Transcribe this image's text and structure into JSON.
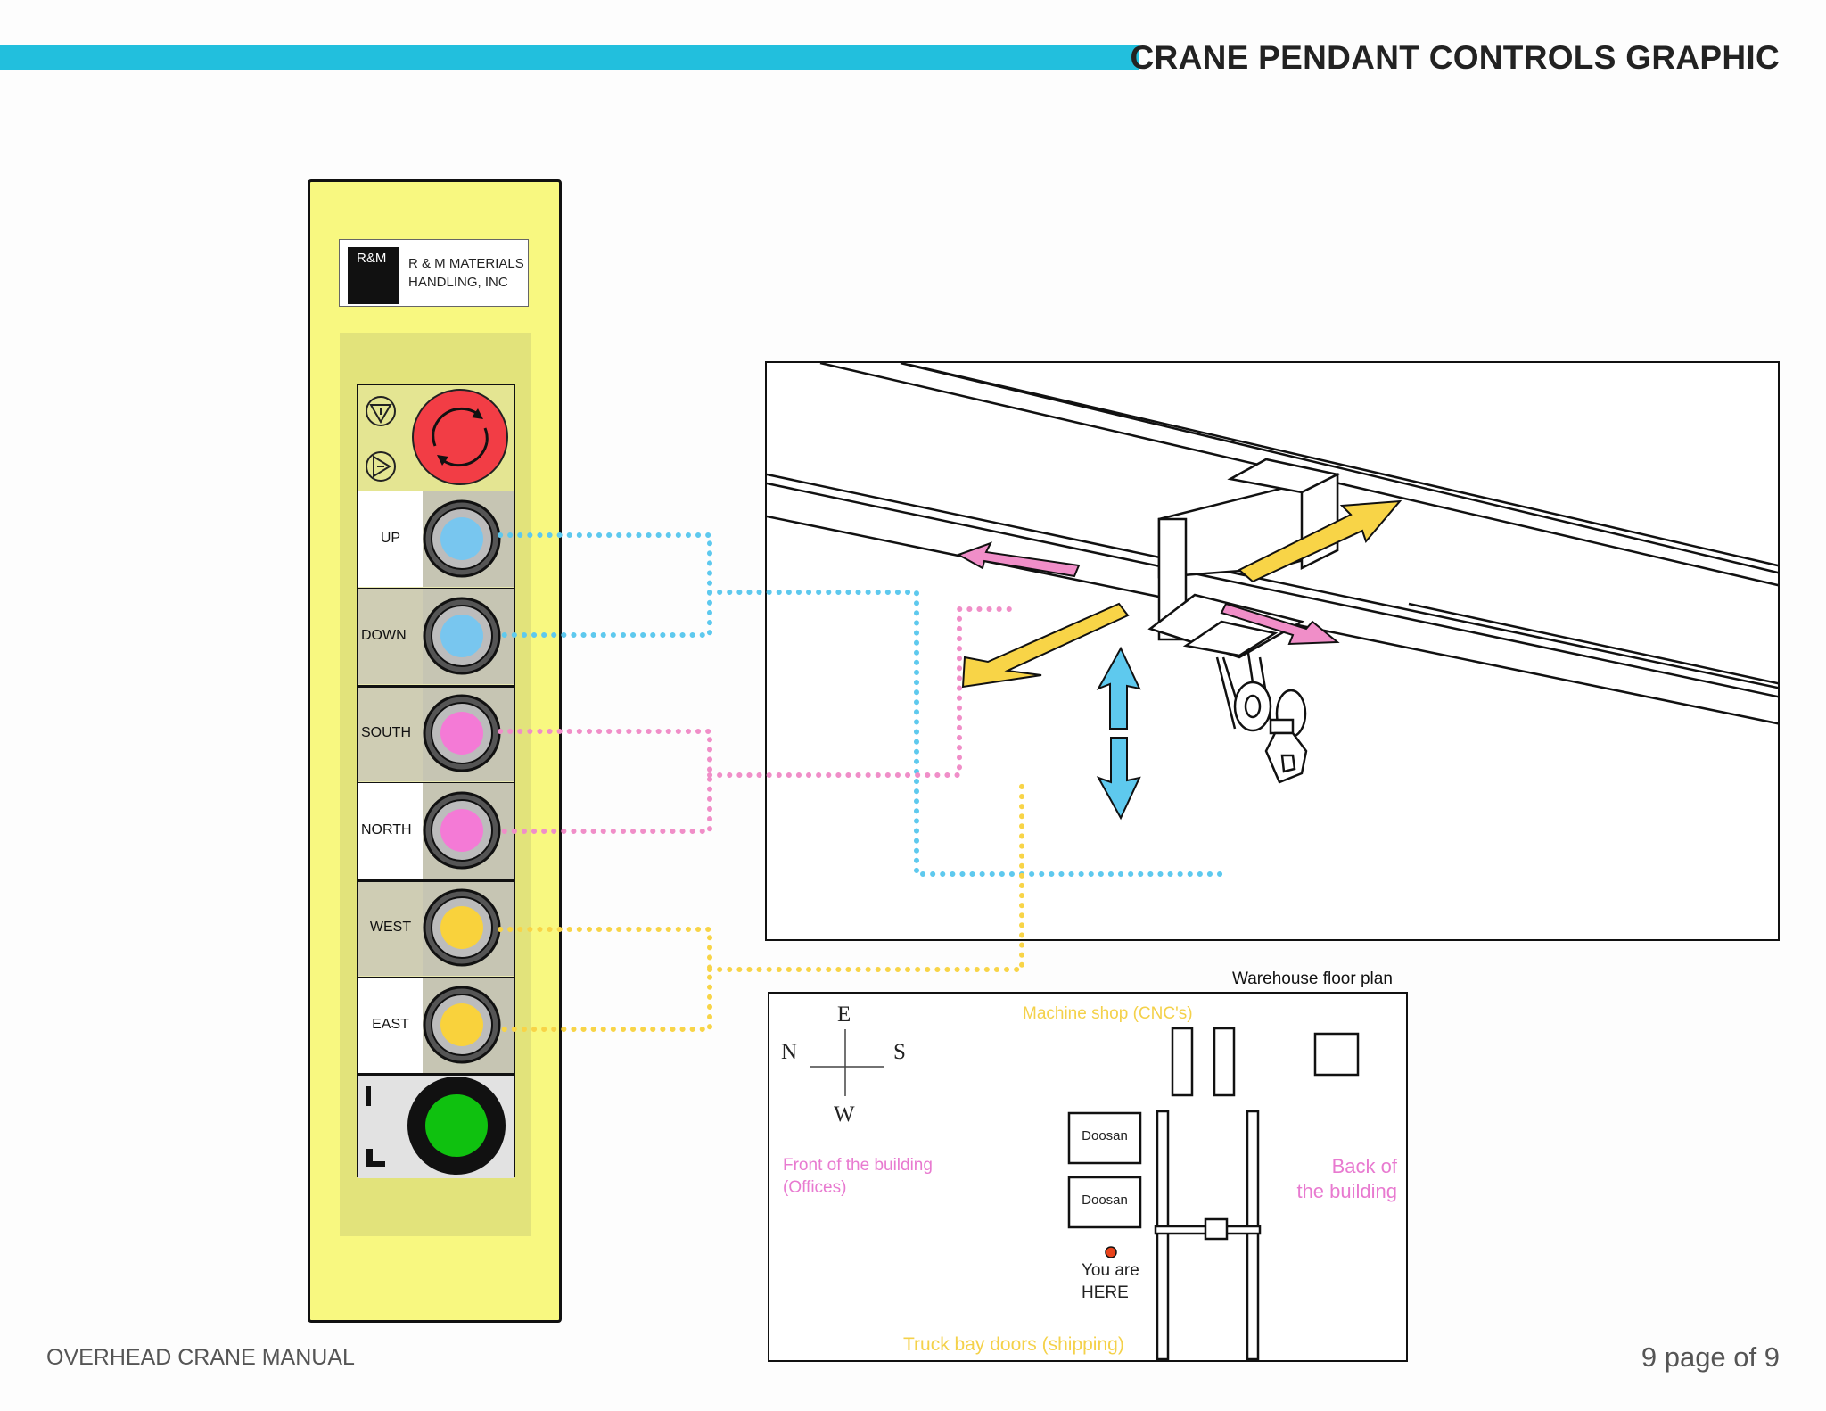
{
  "header": {
    "title": "CRANE PENDANT CONTROLS GRAPHIC"
  },
  "footer": {
    "left": "OVERHEAD CRANE MANUAL",
    "right": "9 page of 9"
  },
  "pendant": {
    "logo_short": "R&M",
    "logo_line1": "R & M MATERIALS",
    "logo_line2": "HANDLING, INC",
    "buttons": [
      {
        "label": "UP",
        "color": "#78c6ef"
      },
      {
        "label": "DOWN",
        "color": "#78c6ef"
      },
      {
        "label": "SOUTH",
        "color": "#f47ad6"
      },
      {
        "label": "NORTH",
        "color": "#f47ad6"
      },
      {
        "label": "WEST",
        "color": "#f9d23c"
      },
      {
        "label": "EAST",
        "color": "#f9d23c"
      }
    ],
    "stop_color": "#f23d45",
    "start_color": "#0fc10f"
  },
  "colors": {
    "accent": "#22bfdd",
    "hoist": "#5ec9ee",
    "trolley": "#f08ec8",
    "bridge": "#f8d447"
  },
  "floor_plan": {
    "caption": "Warehouse floor plan",
    "compass": {
      "e": "E",
      "n": "N",
      "s": "S",
      "w": "W"
    },
    "machine_shop": "Machine shop (CNC's)",
    "front_line1": "Front of the building",
    "front_line2": "(Offices)",
    "back_line1": "Back of",
    "back_line2": "the building",
    "machine1": "Doosan",
    "machine2": "Doosan",
    "here_line1": "You are",
    "here_line2": "HERE",
    "truck_bay": "Truck bay doors (shipping)"
  }
}
